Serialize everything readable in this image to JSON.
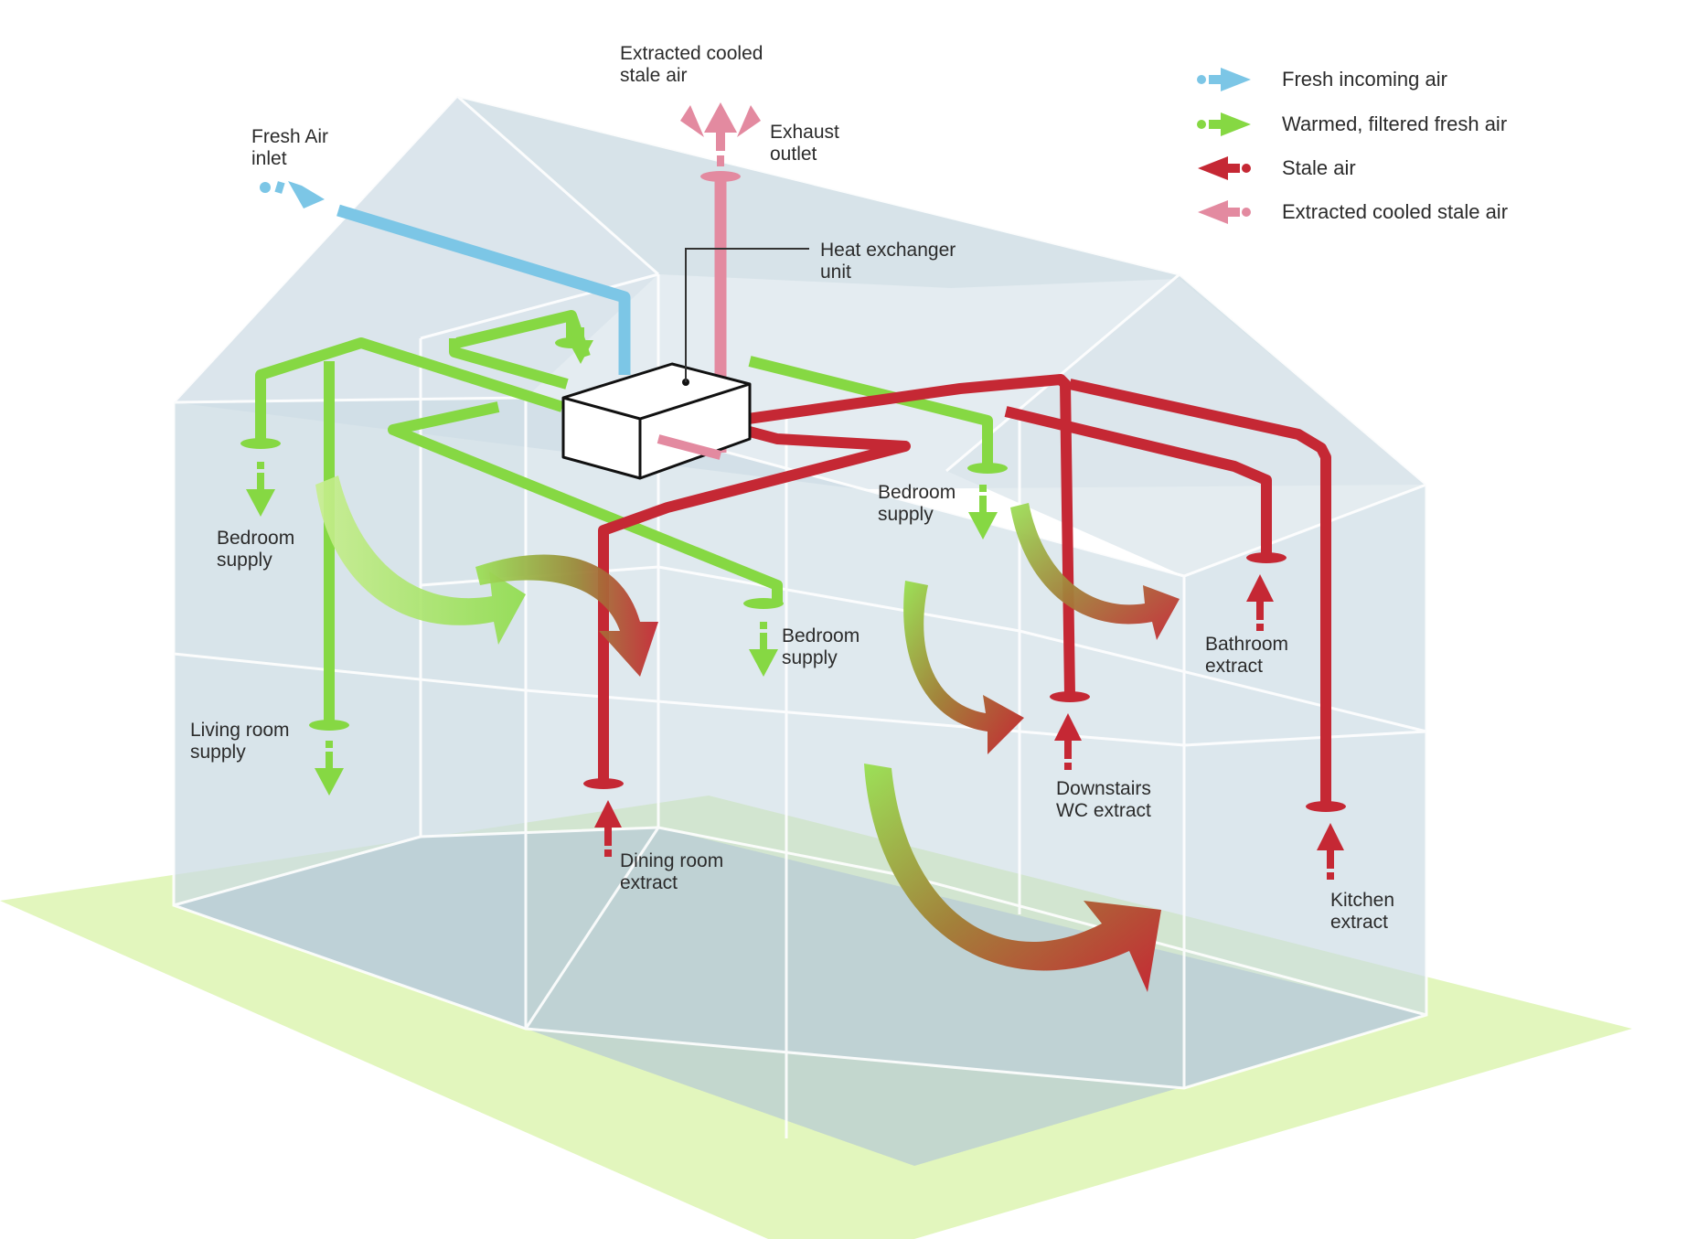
{
  "colors": {
    "fresh": "#7cc6e6",
    "warm": "#86d843",
    "stale": "#c52834",
    "extracted": "#e38aa0",
    "ground": "#e0f5b8",
    "glass": "#b9ccd6"
  },
  "legend": [
    {
      "label": "Fresh incoming air",
      "color": "#7cc6e6",
      "icon": "arrow-right-icon"
    },
    {
      "label": "Warmed, filtered fresh air",
      "color": "#86d843",
      "icon": "arrow-right-icon"
    },
    {
      "label": "Stale air",
      "color": "#c52834",
      "icon": "arrow-left-icon"
    },
    {
      "label": "Extracted cooled stale air",
      "color": "#e38aa0",
      "icon": "arrow-left-icon"
    }
  ],
  "labels": {
    "extracted_cooled": "Extracted cooled\nstale air",
    "fresh_air_inlet": "Fresh Air\ninlet",
    "exhaust_outlet": "Exhaust\noutlet",
    "heat_exchanger": "Heat exchanger\nunit",
    "bedroom_supply_left": "Bedroom\nsupply",
    "bedroom_supply_mid": "Bedroom\nsupply",
    "bedroom_supply_right": "Bedroom\nsupply",
    "living_room_supply": "Living room\nsupply",
    "dining_room_extract": "Dining room\nextract",
    "downstairs_wc_extract": "Downstairs\nWC extract",
    "bathroom_extract": "Bathroom\nextract",
    "kitchen_extract": "Kitchen\nextract"
  }
}
